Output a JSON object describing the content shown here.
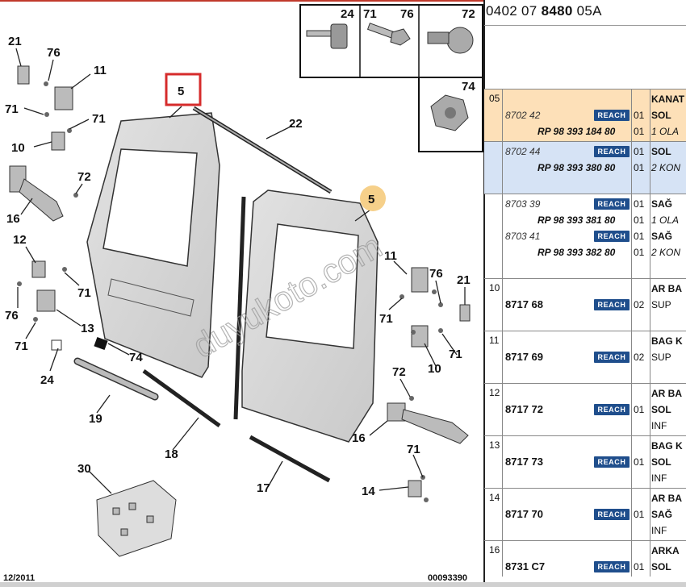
{
  "reference": {
    "part1": "0402 07 ",
    "part2": "8480",
    "part3": " 05A"
  },
  "callouts": [
    "5",
    "5",
    "21",
    "76",
    "11",
    "71",
    "71",
    "10",
    "72",
    "16",
    "12",
    "71",
    "76",
    "13",
    "71",
    "74",
    "24",
    "19",
    "18",
    "22",
    "30",
    "17",
    "14",
    "71",
    "10",
    "71",
    "72",
    "16",
    "11",
    "76",
    "21",
    "71",
    "24",
    "71",
    "76",
    "72",
    "74"
  ],
  "watermark": "duyukoto.com",
  "footer": {
    "date": "12/2011",
    "code": "00093390"
  },
  "table": {
    "reach_label": "REACH",
    "rows": [
      {
        "seq": "05",
        "style": "hl1",
        "lines": [
          {
            "pn": "",
            "rp": "",
            "reach": false,
            "qty": "",
            "desc": "KANAT",
            "desc_style": "b"
          },
          {
            "pn": "8702 42",
            "rp": "",
            "reach": true,
            "qty": "01",
            "desc": "SOL",
            "desc_style": "b"
          },
          {
            "pn": "",
            "rp": "RP 98 393 184 80",
            "reach": false,
            "qty": "01",
            "desc": "1 OLA",
            "desc_style": "i"
          }
        ]
      },
      {
        "seq": "",
        "style": "hl2",
        "lines": [
          {
            "pn": "8702 44",
            "rp": "",
            "reach": true,
            "qty": "01",
            "desc": "SOL",
            "desc_style": "b"
          },
          {
            "pn": "",
            "rp": "RP 98 393 380 80",
            "reach": false,
            "qty": "01",
            "desc": "2 KON",
            "desc_style": "i"
          },
          {
            "pn": "",
            "rp": "",
            "reach": false,
            "qty": "",
            "desc": "",
            "desc_style": ""
          }
        ]
      },
      {
        "seq": "",
        "style": "",
        "lines": [
          {
            "pn": "8703 39",
            "rp": "",
            "reach": true,
            "qty": "01",
            "desc": "SAĞ",
            "desc_style": "b"
          },
          {
            "pn": "",
            "rp": "RP 98 393 381 80",
            "reach": false,
            "qty": "01",
            "desc": "1 OLA",
            "desc_style": "i"
          },
          {
            "pn": "8703 41",
            "rp": "",
            "reach": true,
            "qty": "01",
            "desc": "SAĞ",
            "desc_style": "b"
          },
          {
            "pn": "",
            "rp": "RP 98 393 382 80",
            "reach": false,
            "qty": "01",
            "desc": "2 KON",
            "desc_style": "i"
          },
          {
            "pn": "",
            "rp": "",
            "reach": false,
            "qty": "",
            "desc": "",
            "desc_style": ""
          }
        ]
      },
      {
        "seq": "10",
        "style": "",
        "lines": [
          {
            "pn": "",
            "rp": "",
            "reach": false,
            "qty": "",
            "desc": "AR BA",
            "desc_style": "b"
          },
          {
            "pn": "8717 68",
            "rp": "",
            "reach": true,
            "qty": "02",
            "desc": "SUP",
            "desc_style": ""
          },
          {
            "pn": "",
            "rp": "",
            "reach": false,
            "qty": "",
            "desc": "",
            "desc_style": ""
          }
        ]
      },
      {
        "seq": "11",
        "style": "",
        "lines": [
          {
            "pn": "",
            "rp": "",
            "reach": false,
            "qty": "",
            "desc": "BAG K",
            "desc_style": "b"
          },
          {
            "pn": "8717 69",
            "rp": "",
            "reach": true,
            "qty": "02",
            "desc": "SUP",
            "desc_style": ""
          },
          {
            "pn": "",
            "rp": "",
            "reach": false,
            "qty": "",
            "desc": "",
            "desc_style": ""
          }
        ]
      },
      {
        "seq": "12",
        "style": "",
        "lines": [
          {
            "pn": "",
            "rp": "",
            "reach": false,
            "qty": "",
            "desc": "AR BA",
            "desc_style": "b"
          },
          {
            "pn": "8717 72",
            "rp": "",
            "reach": true,
            "qty": "01",
            "desc": "SOL",
            "desc_style": "b"
          },
          {
            "pn": "",
            "rp": "",
            "reach": false,
            "qty": "",
            "desc": "INF",
            "desc_style": ""
          }
        ]
      },
      {
        "seq": "13",
        "style": "",
        "lines": [
          {
            "pn": "",
            "rp": "",
            "reach": false,
            "qty": "",
            "desc": "BAG K",
            "desc_style": "b"
          },
          {
            "pn": "8717 73",
            "rp": "",
            "reach": true,
            "qty": "01",
            "desc": "SOL",
            "desc_style": "b"
          },
          {
            "pn": "",
            "rp": "",
            "reach": false,
            "qty": "",
            "desc": "INF",
            "desc_style": ""
          }
        ]
      },
      {
        "seq": "14",
        "style": "",
        "lines": [
          {
            "pn": "",
            "rp": "",
            "reach": false,
            "qty": "",
            "desc": "AR BA",
            "desc_style": "b"
          },
          {
            "pn": "8717 70",
            "rp": "",
            "reach": true,
            "qty": "01",
            "desc": "SAĞ",
            "desc_style": "b"
          },
          {
            "pn": "",
            "rp": "",
            "reach": false,
            "qty": "",
            "desc": "INF",
            "desc_style": ""
          }
        ]
      },
      {
        "seq": "16",
        "style": "",
        "lines": [
          {
            "pn": "",
            "rp": "",
            "reach": false,
            "qty": "",
            "desc": "ARKA",
            "desc_style": "b"
          },
          {
            "pn": "8731 C7",
            "rp": "",
            "reach": true,
            "qty": "01",
            "desc": "SOL",
            "desc_style": "b"
          }
        ]
      }
    ]
  }
}
